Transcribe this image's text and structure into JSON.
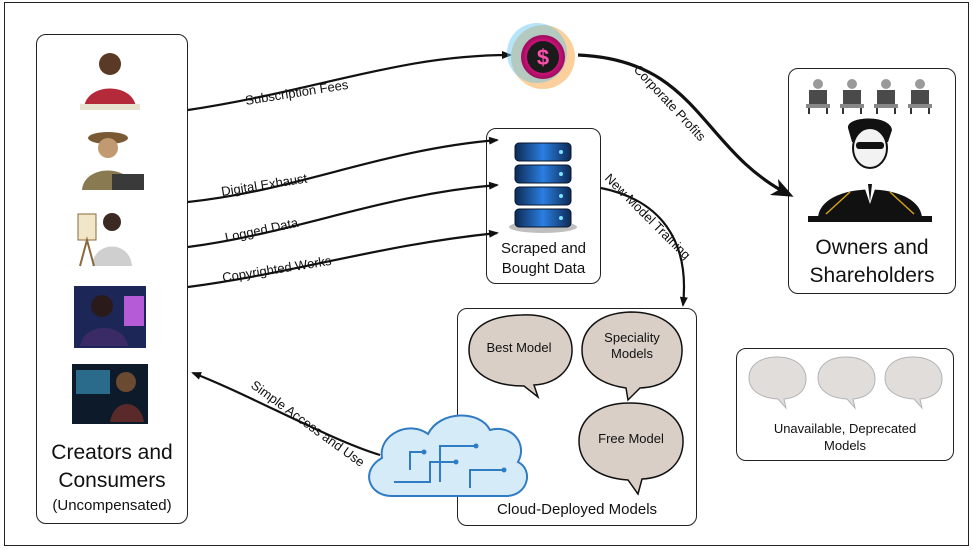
{
  "nodes": {
    "creators": {
      "title_line1": "Creators and",
      "title_line2": "Consumers",
      "subtitle": "(Uncompensated)"
    },
    "data_store": {
      "line1": "Scraped and",
      "line2": "Bought Data"
    },
    "owners": {
      "line1": "Owners and",
      "line2": "Shareholders"
    },
    "cloud_models": {
      "label": "Cloud-Deployed Models",
      "bubbles": [
        "Best Model",
        "Speciality",
        "Models",
        "Free Model"
      ]
    },
    "deprecated": {
      "line1": "Unavailable, Deprecated",
      "line2": "Models"
    }
  },
  "edges": {
    "subscription": "Subscription Fees",
    "digital_exhaust": "Digital Exhaust",
    "logged_data": "Logged Data",
    "copyrighted": "Copyrighted Works",
    "profits": "Corporate Profits",
    "training": "New Model Training",
    "access": "Simple Access and Use"
  },
  "icons": {
    "people": [
      "writer-person-icon",
      "typist-person-icon",
      "painter-person-icon",
      "headset-user-icon",
      "programmer-icon"
    ],
    "money": "dollar-coin-icon",
    "server": "server-icon",
    "executive": "executive-icon",
    "shareholders": "seated-shareholder-icon",
    "cloud": "circuit-cloud-icon"
  },
  "colors": {
    "line": "#111111",
    "server_blue": "#1f6fd1",
    "coin_pink": "#e0198a",
    "cloud_blue": "#2f7cc4"
  }
}
